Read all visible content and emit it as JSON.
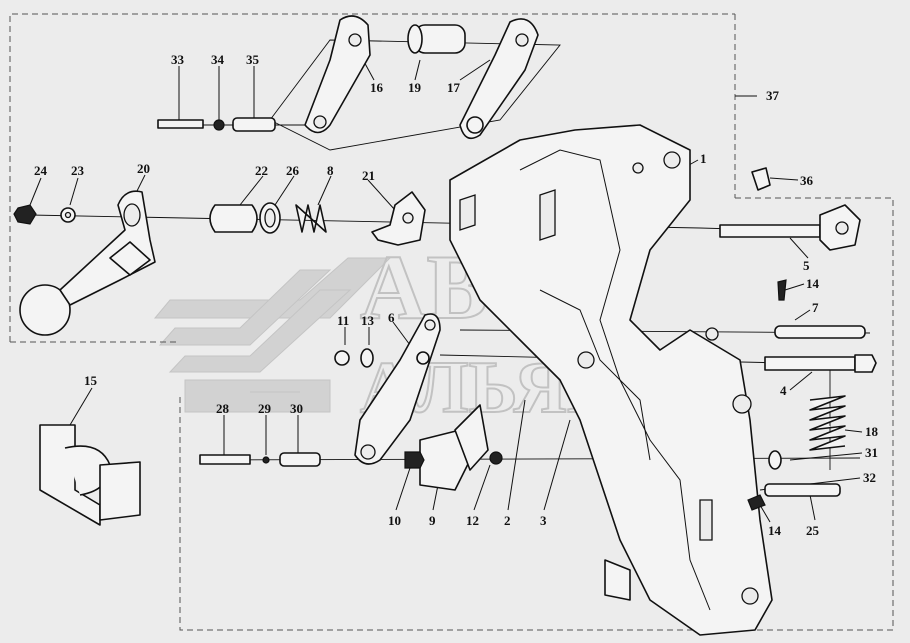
{
  "watermark": {
    "line1": "АВТО",
    "line2": "АЛЬЯНС"
  },
  "callouts": [
    {
      "id": "c1",
      "text": "1"
    },
    {
      "id": "c2",
      "text": "2"
    },
    {
      "id": "c3",
      "text": "3"
    },
    {
      "id": "c4",
      "text": "4"
    },
    {
      "id": "c5",
      "text": "5"
    },
    {
      "id": "c6",
      "text": "6"
    },
    {
      "id": "c7",
      "text": "7"
    },
    {
      "id": "c8",
      "text": "8"
    },
    {
      "id": "c9",
      "text": "9"
    },
    {
      "id": "c10",
      "text": "10"
    },
    {
      "id": "c11",
      "text": "11"
    },
    {
      "id": "c12",
      "text": "12"
    },
    {
      "id": "c13",
      "text": "13"
    },
    {
      "id": "c14a",
      "text": "14"
    },
    {
      "id": "c14b",
      "text": "14"
    },
    {
      "id": "c15",
      "text": "15"
    },
    {
      "id": "c16",
      "text": "16"
    },
    {
      "id": "c17",
      "text": "17"
    },
    {
      "id": "c18",
      "text": "18"
    },
    {
      "id": "c19",
      "text": "19"
    },
    {
      "id": "c20",
      "text": "20"
    },
    {
      "id": "c21",
      "text": "21"
    },
    {
      "id": "c22",
      "text": "22"
    },
    {
      "id": "c23",
      "text": "23"
    },
    {
      "id": "c24",
      "text": "24"
    },
    {
      "id": "c25",
      "text": "25"
    },
    {
      "id": "c26",
      "text": "26"
    },
    {
      "id": "c28",
      "text": "28"
    },
    {
      "id": "c29",
      "text": "29"
    },
    {
      "id": "c30",
      "text": "30"
    },
    {
      "id": "c31",
      "text": "31"
    },
    {
      "id": "c32",
      "text": "32"
    },
    {
      "id": "c33",
      "text": "33"
    },
    {
      "id": "c34",
      "text": "34"
    },
    {
      "id": "c35",
      "text": "35"
    },
    {
      "id": "c36",
      "text": "36"
    },
    {
      "id": "c37",
      "text": "37"
    }
  ]
}
